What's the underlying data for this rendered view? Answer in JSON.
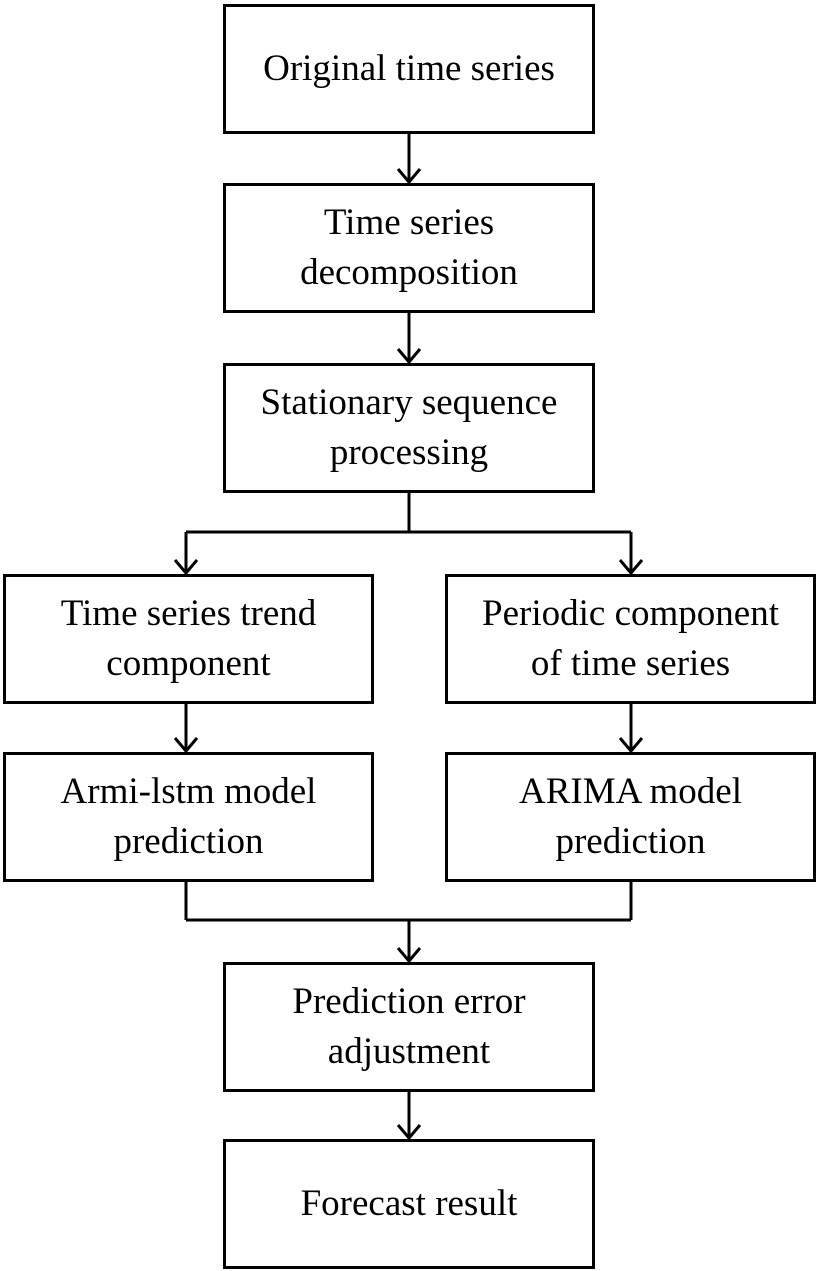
{
  "diagram": {
    "nodes": {
      "original": "Original time series",
      "decomposition": "Time series\ndecomposition",
      "stationary": "Stationary sequence\nprocessing",
      "trend": "Time series trend\ncomponent",
      "periodic": "Periodic component\nof time series",
      "armi_lstm": "Armi-lstm model\nprediction",
      "arima": "ARIMA model\nprediction",
      "error_adjustment": "Prediction error\nadjustment",
      "forecast": "Forecast result"
    },
    "edges": [
      [
        "original",
        "decomposition"
      ],
      [
        "decomposition",
        "stationary"
      ],
      [
        "stationary",
        "trend"
      ],
      [
        "stationary",
        "periodic"
      ],
      [
        "trend",
        "armi_lstm"
      ],
      [
        "periodic",
        "arima"
      ],
      [
        "armi_lstm",
        "error_adjustment"
      ],
      [
        "arima",
        "error_adjustment"
      ],
      [
        "error_adjustment",
        "forecast"
      ]
    ],
    "colors": {
      "stroke": "#000000",
      "background": "#ffffff"
    }
  }
}
